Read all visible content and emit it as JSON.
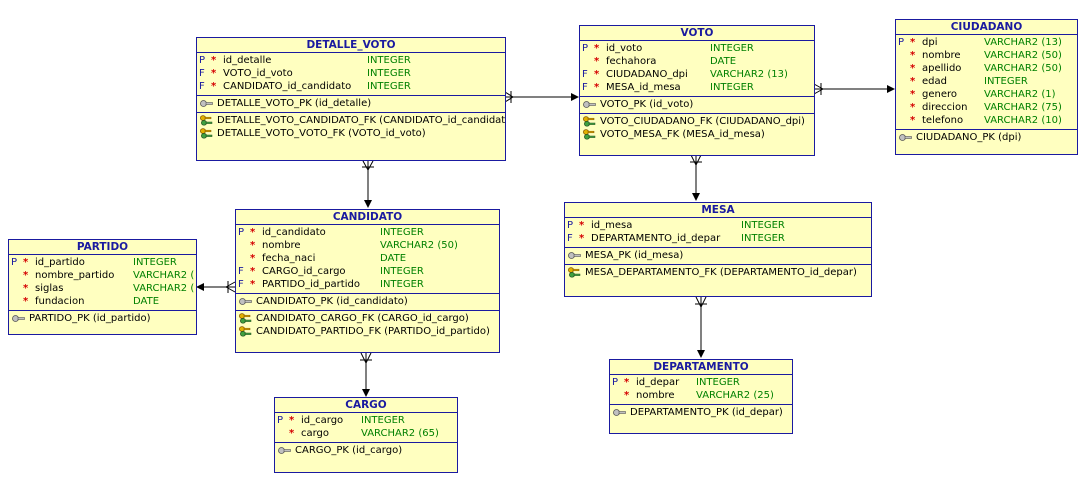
{
  "entities": {
    "detalle_voto": {
      "title": "DETALLE_VOTO",
      "cols": [
        {
          "pf": "P",
          "req": "*",
          "name": "id_detalle",
          "type": "INTEGER"
        },
        {
          "pf": "F",
          "req": "*",
          "name": "VOTO_id_voto",
          "type": "INTEGER"
        },
        {
          "pf": "F",
          "req": "*",
          "name": "CANDIDATO_id_candidato",
          "type": "INTEGER"
        }
      ],
      "pk": "DETALLE_VOTO_PK (id_detalle)",
      "fks": [
        "DETALLE_VOTO_CANDIDATO_FK (CANDIDATO_id_candidat",
        "DETALLE_VOTO_VOTO_FK (VOTO_id_voto)"
      ]
    },
    "voto": {
      "title": "VOTO",
      "cols": [
        {
          "pf": "P",
          "req": "*",
          "name": "id_voto",
          "type": "INTEGER"
        },
        {
          "pf": "",
          "req": "*",
          "name": "fechahora",
          "type": "DATE"
        },
        {
          "pf": "F",
          "req": "*",
          "name": "CIUDADANO_dpi",
          "type": "VARCHAR2 (13)"
        },
        {
          "pf": "F",
          "req": "*",
          "name": "MESA_id_mesa",
          "type": "INTEGER"
        }
      ],
      "pk": "VOTO_PK (id_voto)",
      "fks": [
        "VOTO_CIUDADANO_FK (CIUDADANO_dpi)",
        "VOTO_MESA_FK (MESA_id_mesa)"
      ]
    },
    "ciudadano": {
      "title": "CIUDADANO",
      "cols": [
        {
          "pf": "P",
          "req": "*",
          "name": "dpi",
          "type": "VARCHAR2 (13)"
        },
        {
          "pf": "",
          "req": "*",
          "name": "nombre",
          "type": "VARCHAR2 (50)"
        },
        {
          "pf": "",
          "req": "*",
          "name": "apellido",
          "type": "VARCHAR2 (50)"
        },
        {
          "pf": "",
          "req": "*",
          "name": "edad",
          "type": "INTEGER"
        },
        {
          "pf": "",
          "req": "*",
          "name": "genero",
          "type": "VARCHAR2 (1)"
        },
        {
          "pf": "",
          "req": "*",
          "name": "direccion",
          "type": "VARCHAR2 (75)"
        },
        {
          "pf": "",
          "req": "*",
          "name": "telefono",
          "type": "VARCHAR2 (10)"
        }
      ],
      "pk": "CIUDADANO_PK (dpi)",
      "fks": []
    },
    "candidato": {
      "title": "CANDIDATO",
      "cols": [
        {
          "pf": "P",
          "req": "*",
          "name": "id_candidato",
          "type": "INTEGER"
        },
        {
          "pf": "",
          "req": "*",
          "name": "nombre",
          "type": "VARCHAR2 (50)"
        },
        {
          "pf": "",
          "req": "*",
          "name": "fecha_naci",
          "type": "DATE"
        },
        {
          "pf": "F",
          "req": "*",
          "name": "CARGO_id_cargo",
          "type": "INTEGER"
        },
        {
          "pf": "F",
          "req": "*",
          "name": "PARTIDO_id_partido",
          "type": "INTEGER"
        }
      ],
      "pk": "CANDIDATO_PK (id_candidato)",
      "fks": [
        "CANDIDATO_CARGO_FK (CARGO_id_cargo)",
        "CANDIDATO_PARTIDO_FK (PARTIDO_id_partido)"
      ]
    },
    "partido": {
      "title": "PARTIDO",
      "cols": [
        {
          "pf": "P",
          "req": "*",
          "name": "id_partido",
          "type": "INTEGER"
        },
        {
          "pf": "",
          "req": "*",
          "name": "nombre_partido",
          "type": "VARCHAR2 ("
        },
        {
          "pf": "",
          "req": "*",
          "name": "siglas",
          "type": "VARCHAR2 ("
        },
        {
          "pf": "",
          "req": "*",
          "name": "fundacion",
          "type": "DATE"
        }
      ],
      "pk": "PARTIDO_PK (id_partido)",
      "fks": []
    },
    "mesa": {
      "title": "MESA",
      "cols": [
        {
          "pf": "P",
          "req": "*",
          "name": "id_mesa",
          "type": "INTEGER"
        },
        {
          "pf": "F",
          "req": "*",
          "name": "DEPARTAMENTO_id_depar",
          "type": "INTEGER"
        }
      ],
      "pk": "MESA_PK (id_mesa)",
      "fks": [
        "MESA_DEPARTAMENTO_FK (DEPARTAMENTO_id_depar)"
      ]
    },
    "cargo": {
      "title": "CARGO",
      "cols": [
        {
          "pf": "P",
          "req": "*",
          "name": "id_cargo",
          "type": "INTEGER"
        },
        {
          "pf": "",
          "req": "*",
          "name": "cargo",
          "type": "VARCHAR2 (65)"
        }
      ],
      "pk": "CARGO_PK (id_cargo)",
      "fks": []
    },
    "departamento": {
      "title": "DEPARTAMENTO",
      "cols": [
        {
          "pf": "P",
          "req": "*",
          "name": "id_depar",
          "type": "INTEGER"
        },
        {
          "pf": "",
          "req": "*",
          "name": "nombre",
          "type": "VARCHAR2 (25)"
        }
      ],
      "pk": "DEPARTAMENTO_PK (id_depar)",
      "fks": []
    }
  },
  "colors": {
    "entity_fill": "#ffffc0",
    "entity_border": "#1a1aa0",
    "title_text": "#1a1aa0",
    "type_text": "#008000",
    "required_mark": "#d40000"
  },
  "relationships": [
    {
      "from": "detalle_voto",
      "to": "voto"
    },
    {
      "from": "detalle_voto",
      "to": "candidato"
    },
    {
      "from": "voto",
      "to": "ciudadano"
    },
    {
      "from": "voto",
      "to": "mesa"
    },
    {
      "from": "candidato",
      "to": "partido"
    },
    {
      "from": "candidato",
      "to": "cargo"
    },
    {
      "from": "mesa",
      "to": "departamento"
    }
  ]
}
